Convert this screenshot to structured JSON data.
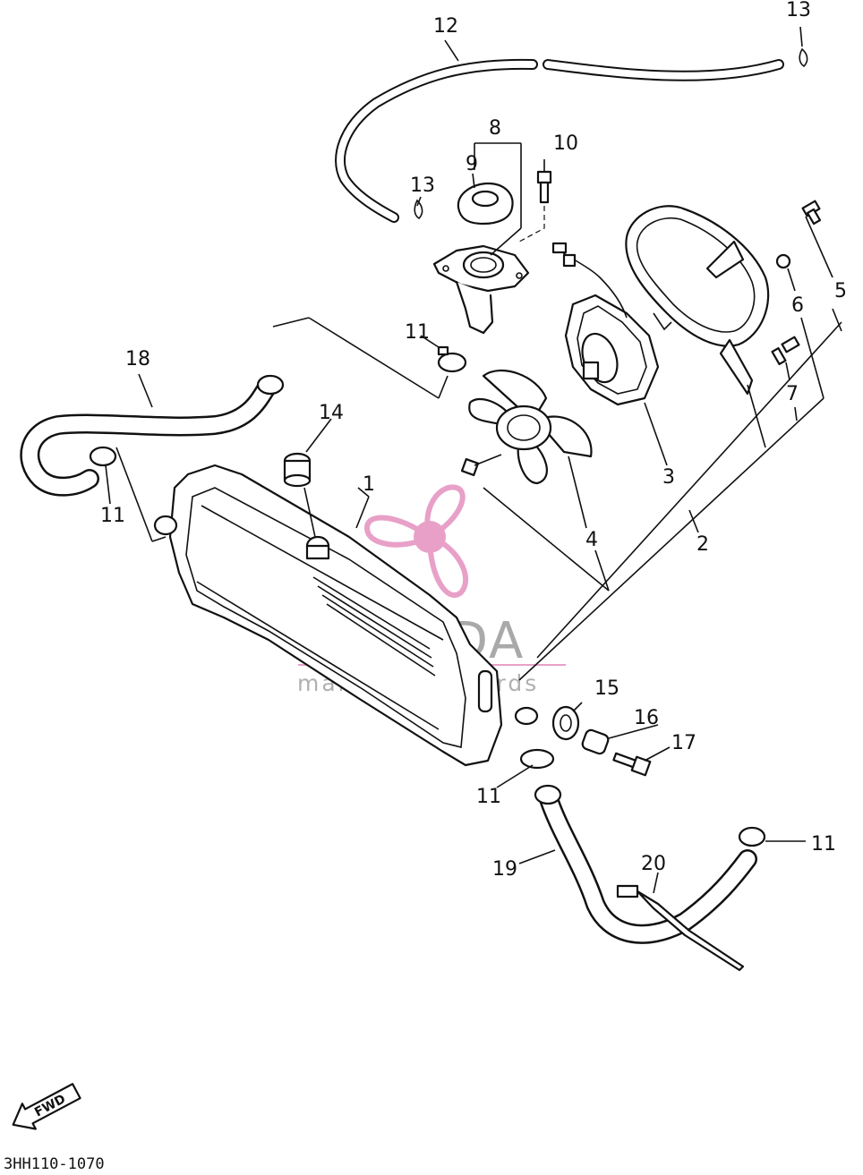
{
  "diagram": {
    "code": "3HH110-1070",
    "fwd_label": "FWD",
    "watermark": {
      "brand": "ARMADA",
      "subtitle": "marine outboards",
      "accent_color": "#e8a0c8"
    },
    "callouts": [
      {
        "id": "c1",
        "label": "1"
      },
      {
        "id": "c2",
        "label": "2"
      },
      {
        "id": "c3",
        "label": "3"
      },
      {
        "id": "c4",
        "label": "4"
      },
      {
        "id": "c5",
        "label": "5"
      },
      {
        "id": "c6",
        "label": "6"
      },
      {
        "id": "c7",
        "label": "7"
      },
      {
        "id": "c8",
        "label": "8"
      },
      {
        "id": "c9",
        "label": "9"
      },
      {
        "id": "c10",
        "label": "10"
      },
      {
        "id": "c11a",
        "label": "11"
      },
      {
        "id": "c11b",
        "label": "11"
      },
      {
        "id": "c11c",
        "label": "11"
      },
      {
        "id": "c11d",
        "label": "11"
      },
      {
        "id": "c12",
        "label": "12"
      },
      {
        "id": "c13a",
        "label": "13"
      },
      {
        "id": "c13b",
        "label": "13"
      },
      {
        "id": "c14",
        "label": "14"
      },
      {
        "id": "c15",
        "label": "15"
      },
      {
        "id": "c16",
        "label": "16"
      },
      {
        "id": "c17",
        "label": "17"
      },
      {
        "id": "c18",
        "label": "18"
      },
      {
        "id": "c19",
        "label": "19"
      },
      {
        "id": "c20",
        "label": "20"
      }
    ]
  }
}
